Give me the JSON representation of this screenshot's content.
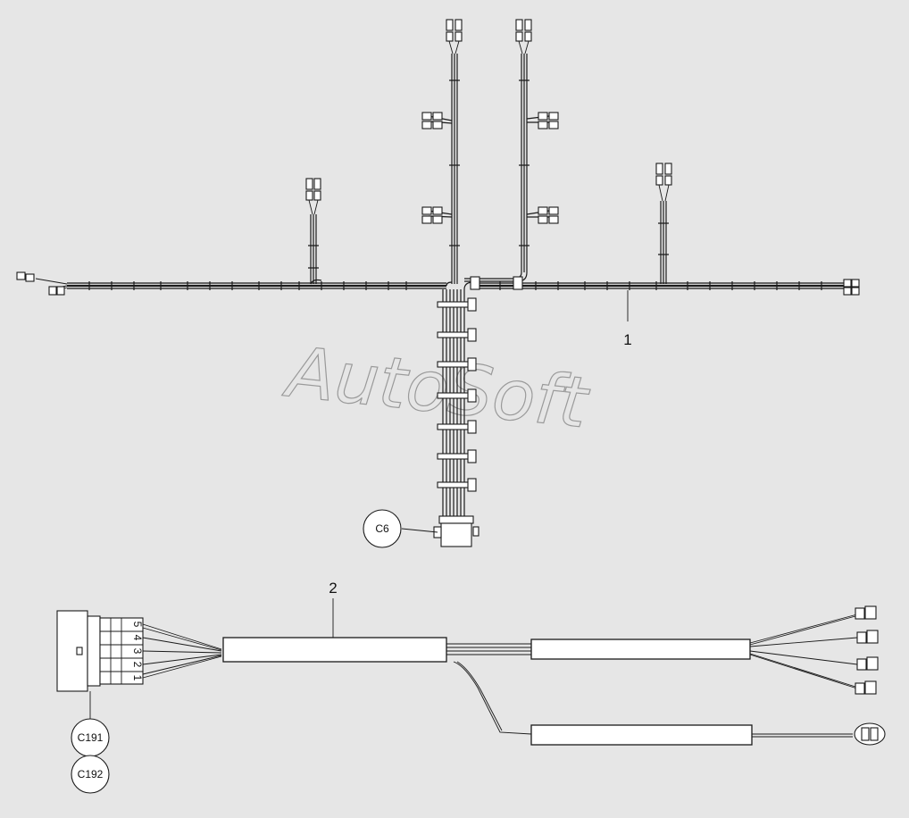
{
  "watermark": "AutoSoft",
  "parts": [
    {
      "item": "1"
    },
    {
      "item": "2"
    }
  ],
  "connectors": [
    {
      "label": "C6"
    },
    {
      "label": "C191"
    },
    {
      "label": "C192"
    }
  ],
  "pin_numbers": [
    "5",
    "4",
    "3",
    "2",
    "1"
  ]
}
